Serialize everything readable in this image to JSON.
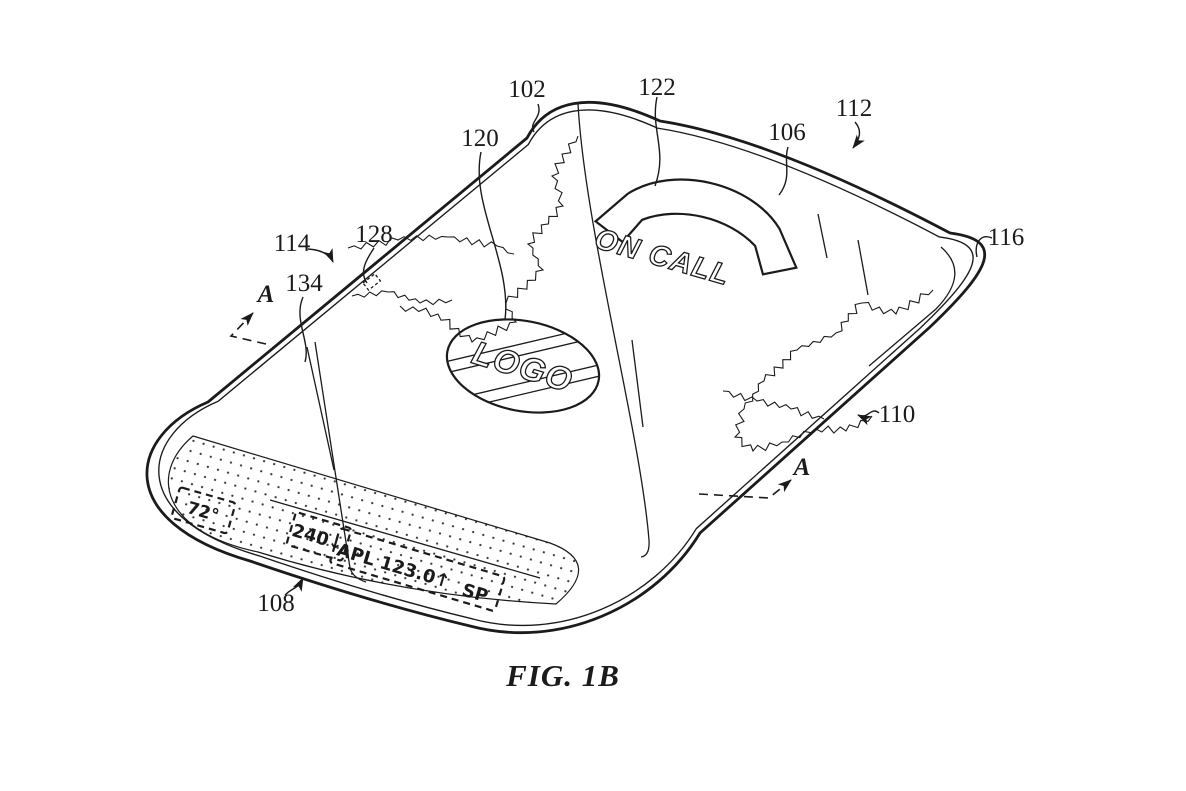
{
  "figure": {
    "caption": "FIG. 1B",
    "section_marker": "A"
  },
  "device": {
    "screen_label": "ON CALL",
    "logo_text": "LOGO",
    "display": {
      "temperature": "72°",
      "volume": "240↓",
      "stock_ticker": "APL 123.0↑",
      "mode": "SP"
    }
  },
  "reference_numerals": {
    "n102": "102",
    "n106": "106",
    "n108": "108",
    "n110": "110",
    "n112": "112",
    "n114": "114",
    "n116": "116",
    "n120": "120",
    "n122": "122",
    "n128": "128",
    "n134": "134"
  },
  "colors": {
    "ink": "#1b1b1b",
    "paper": "#ffffff"
  }
}
